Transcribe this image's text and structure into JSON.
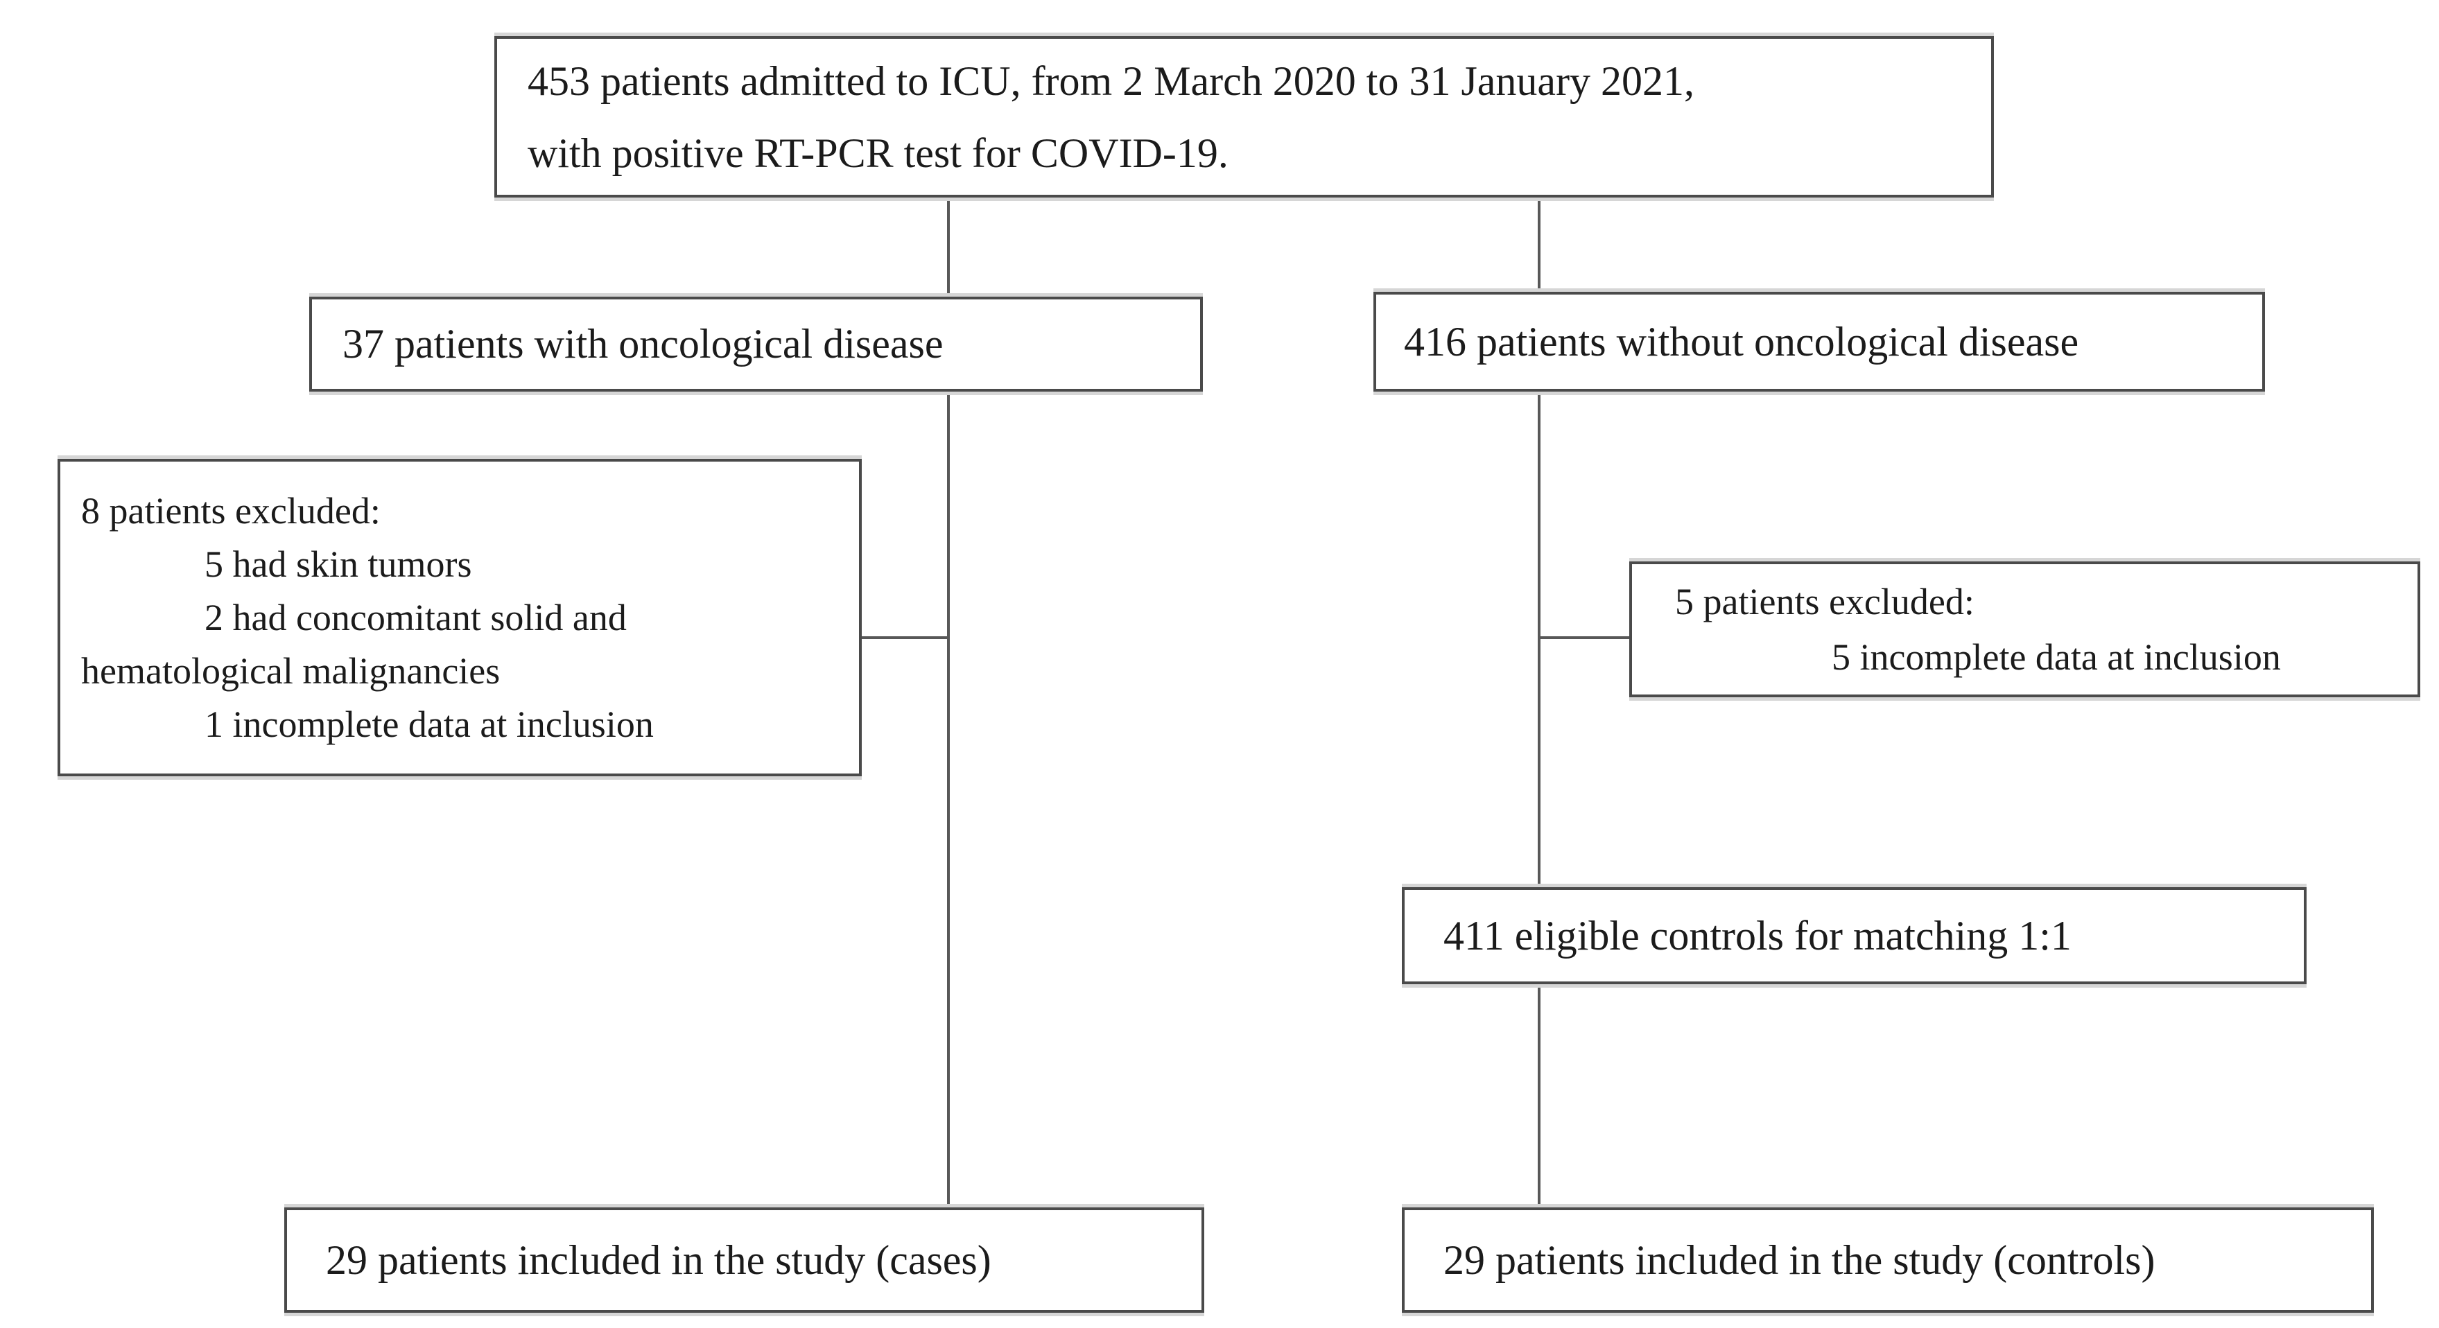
{
  "figure": {
    "type": "patient-flow-diagram",
    "boxes": {
      "source": {
        "lines": [
          "453 patients admitted to ICU, from 2 March 2020 to 31 January 2021,",
          "with positive RT-PCR test for COVID-19."
        ]
      },
      "oncological": {
        "text": "37 patients with oncological disease"
      },
      "non_oncological": {
        "text": "416 patients without oncological disease"
      },
      "excluded_cases": {
        "lines": [
          "8 patients excluded:",
          "5 had skin tumors",
          "2 had concomitant solid and",
          "hematological malignancies",
          "1 incomplete data at inclusion"
        ]
      },
      "excluded_controls": {
        "lines": [
          "5 patients excluded:",
          "5 incomplete data at inclusion"
        ]
      },
      "eligible_controls": {
        "text": "411 eligible controls for matching 1:1"
      },
      "included_cases": {
        "text": "29 patients included in the study (cases)"
      },
      "included_controls": {
        "text": "29 patients included in the study (controls)"
      }
    },
    "colors": {
      "background": "#ffffff",
      "box_border": "#4a4a4a",
      "connector": "#585858",
      "text": "#1b1b1b"
    }
  }
}
